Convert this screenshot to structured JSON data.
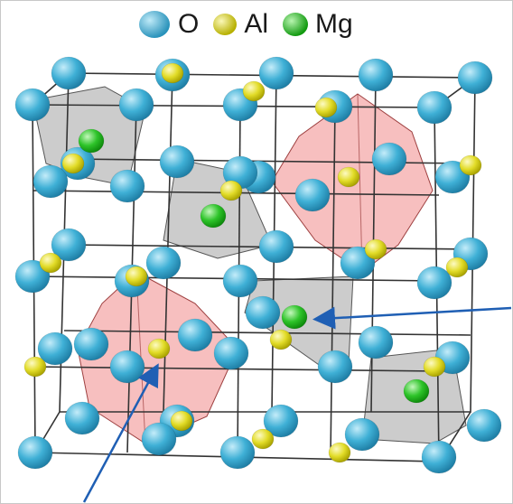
{
  "legend": [
    {
      "label": "O",
      "color": "#3fb0d6",
      "icon": "oxygen-atom-icon"
    },
    {
      "label": "Al",
      "color": "#e2dc28",
      "icon": "aluminum-atom-icon"
    },
    {
      "label": "Mg",
      "color": "#2ec42a",
      "icon": "magnesium-atom-icon"
    }
  ],
  "colors": {
    "oxygen": "#3fb0d6",
    "aluminum": "#e2dc28",
    "magnesium": "#2ec42a",
    "octahedron": "#f08a8a",
    "tetrahedron": "#9a9a9a",
    "lattice": "#333333",
    "arrow": "#1f5fb4"
  }
}
